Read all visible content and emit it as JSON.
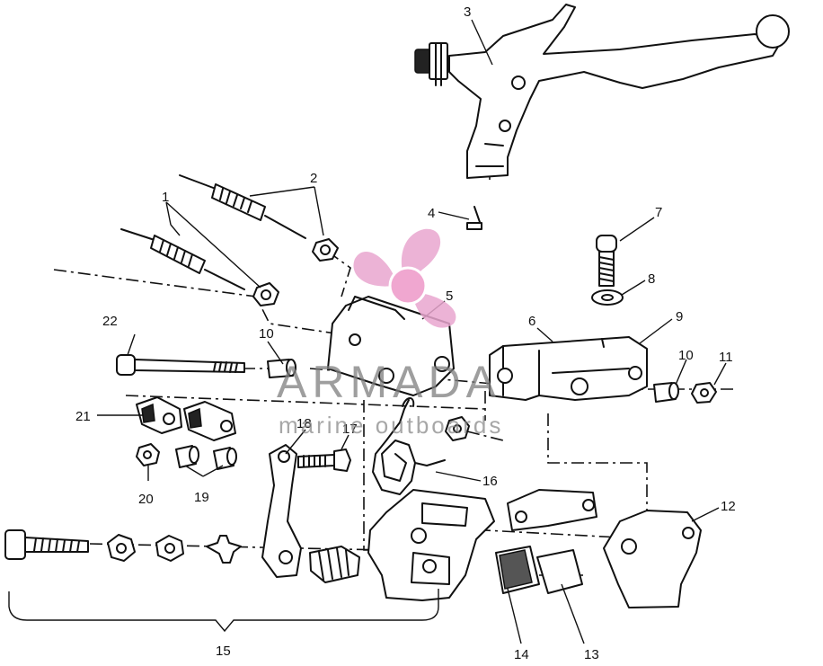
{
  "callouts": [
    "1",
    "2",
    "3",
    "4",
    "5",
    "6",
    "7",
    "8",
    "9",
    "10",
    "10",
    "11",
    "12",
    "13",
    "14",
    "15",
    "16",
    "17",
    "18",
    "19",
    "20",
    "21",
    "22"
  ],
  "watermark": {
    "brand": "ARMADA",
    "tagline": "marine outboards",
    "logo_icon": "propeller-logo-icon",
    "logo_color": "#e9a6cf"
  }
}
